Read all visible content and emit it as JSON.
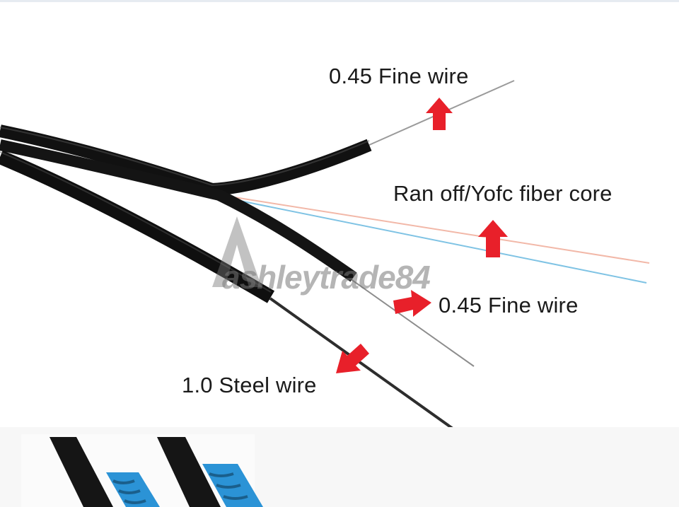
{
  "labels": {
    "fine_wire_top": "0.45 Fine wire",
    "fiber_core": "Ran off/Yofc fiber core",
    "fine_wire_mid": "0.45 Fine wire",
    "steel_wire": "1.0 Steel wire"
  },
  "watermark": {
    "text": "ashleytrade84"
  },
  "colors": {
    "arrow": "#e8202a",
    "cable": "#111111",
    "fiber_pink": "#f2b8a8",
    "fiber_blue": "#7fc3e4",
    "sleeve_blue": "#2b93d6"
  }
}
